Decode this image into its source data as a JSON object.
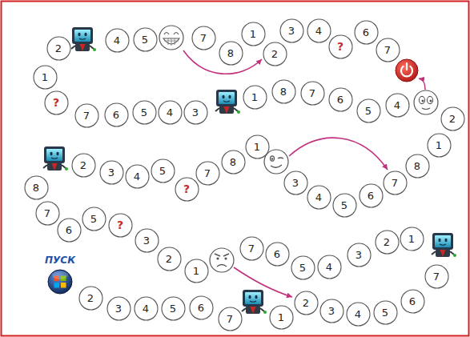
{
  "diagram": {
    "nodes": [
      {
        "text": [
          "2"
        ]
      },
      {
        "text": [
          "3"
        ]
      },
      {
        "text": [
          "4"
        ]
      },
      {
        "text": [
          "5"
        ]
      },
      {
        "text": [
          "6"
        ]
      },
      {
        "text": [
          "7"
        ]
      },
      {
        "text": [
          "1"
        ]
      },
      {
        "text": [
          "2"
        ]
      },
      {
        "text": [
          "3"
        ]
      },
      {
        "text": [
          "4"
        ]
      },
      {
        "text": [
          "5"
        ]
      },
      {
        "text": [
          "6"
        ]
      },
      {
        "text": [
          "7"
        ]
      },
      {
        "text": [
          "1"
        ]
      },
      {
        "text": [
          "2"
        ]
      },
      {
        "text": [
          "3"
        ]
      },
      {
        "text": [
          "4"
        ]
      },
      {
        "text": [
          "5"
        ]
      },
      {
        "text": [
          "6"
        ]
      },
      {
        "text": [
          "7"
        ]
      },
      {
        "text": [
          "1"
        ]
      },
      {
        "text": [
          "2"
        ]
      },
      {
        "text": [
          "3"
        ]
      },
      {
        "text": [
          "?"
        ]
      },
      {
        "text": [
          "5"
        ]
      },
      {
        "text": [
          "6"
        ]
      },
      {
        "text": [
          "7"
        ]
      },
      {
        "text": [
          "8"
        ]
      },
      {
        "text": [
          "2"
        ]
      },
      {
        "text": [
          "3"
        ]
      },
      {
        "text": [
          "4"
        ]
      },
      {
        "text": [
          "5"
        ]
      },
      {
        "text": [
          "?"
        ]
      },
      {
        "text": [
          "7"
        ]
      },
      {
        "text": [
          "8"
        ]
      },
      {
        "text": [
          "1"
        ]
      },
      {
        "text": [
          "3"
        ]
      },
      {
        "text": [
          "4"
        ]
      },
      {
        "text": [
          "5"
        ]
      },
      {
        "text": [
          "6"
        ]
      },
      {
        "text": [
          "7"
        ]
      },
      {
        "text": [
          "8"
        ]
      },
      {
        "text": [
          "1"
        ]
      },
      {
        "text": [
          "2"
        ]
      },
      {
        "text": [
          "4"
        ]
      },
      {
        "text": [
          "5"
        ]
      },
      {
        "text": [
          "6"
        ]
      },
      {
        "text": [
          "7"
        ]
      },
      {
        "text": [
          "8"
        ]
      },
      {
        "text": [
          "1"
        ]
      },
      {
        "text": [
          "3"
        ]
      },
      {
        "text": [
          "4"
        ]
      },
      {
        "text": [
          "5"
        ]
      },
      {
        "text": [
          "6"
        ]
      },
      {
        "text": [
          "7"
        ]
      },
      {
        "text": [
          "?"
        ]
      },
      {
        "text": [
          "1"
        ]
      },
      {
        "text": [
          "2"
        ]
      },
      {
        "text": [
          "4"
        ]
      },
      {
        "text": [
          "5"
        ]
      },
      {
        "text": [
          "7"
        ]
      },
      {
        "text": [
          "8"
        ]
      },
      {
        "text": [
          "1"
        ]
      },
      {
        "text": [
          "2"
        ]
      },
      {
        "text": [
          "3"
        ]
      },
      {
        "text": [
          "4"
        ]
      },
      {
        "text": [
          "?"
        ]
      },
      {
        "text": [
          "6"
        ]
      },
      {
        "text": [
          "7"
        ]
      }
    ],
    "labels": [
      "ПУСК"
    ]
  }
}
